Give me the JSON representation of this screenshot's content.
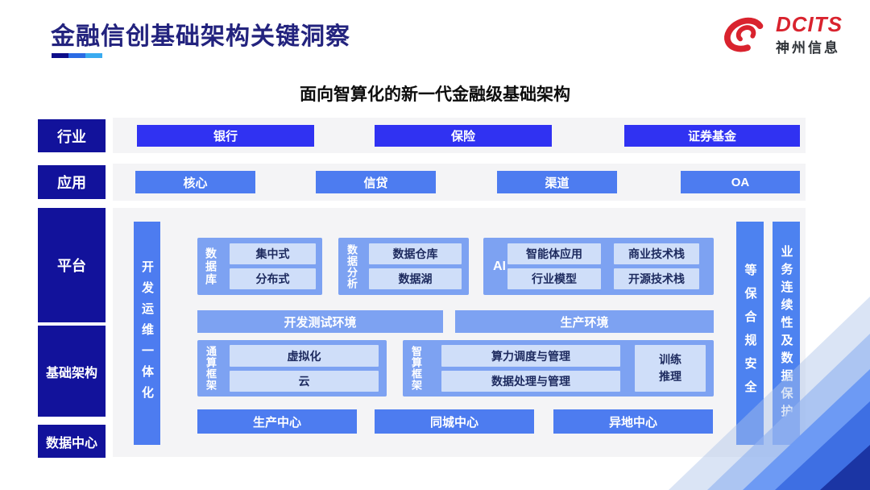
{
  "colors": {
    "title_navy": "#23237e",
    "side_label_bg": "#12129b",
    "industry_button": "#3032f2",
    "app_button": "#4d7cf0",
    "group_bg": "#7da2f2",
    "inner_box_bg": "#cfdef9",
    "vertical_bar_bg": "#4d82f0",
    "strip_bg": "#f4f4f6",
    "brand_red": "#d9232e",
    "underline": [
      "#0d0d8a",
      "#2b6be4",
      "#3aabf0"
    ]
  },
  "header": {
    "title": "金融信创基础架构关键洞察",
    "logo_brand": "DCITS",
    "logo_company": "神州信息"
  },
  "subtitle": "面向智算化的新一代金融级基础架构",
  "sidebar": {
    "industry": "行业",
    "application": "应用",
    "platform": "平台",
    "infrastructure": "基础架构",
    "datacenter": "数据中心"
  },
  "industry_row": {
    "items": [
      "银行",
      "保险",
      "证券基金"
    ]
  },
  "application_row": {
    "items": [
      "核心",
      "信贷",
      "渠道",
      "OA"
    ]
  },
  "platform": {
    "devops_bar": "开发运维一体化",
    "database_group": {
      "label": "数据库",
      "items": [
        "集中式",
        "分布式"
      ]
    },
    "analytics_group": {
      "label": "数据分析",
      "items": [
        "数据仓库",
        "数据湖"
      ]
    },
    "ai_group": {
      "label": "AI",
      "items": [
        "智能体应用",
        "商业技术栈",
        "行业模型",
        "开源技术栈"
      ]
    },
    "env_row": {
      "items": [
        "开发测试环境",
        "生产环境"
      ]
    },
    "general_compute_group": {
      "label": "通算框架",
      "items": [
        "虚拟化",
        "云"
      ]
    },
    "ai_compute_group": {
      "label": "智算框架",
      "items": [
        "算力调度与管理",
        "数据处理与管理"
      ],
      "side_box": "训练\n推理"
    },
    "centers_row": {
      "items": [
        "生产中心",
        "同城中心",
        "异地中心"
      ]
    },
    "security_bar": "等保合规安全",
    "continuity_bar": "业务连续性及数据保护"
  }
}
